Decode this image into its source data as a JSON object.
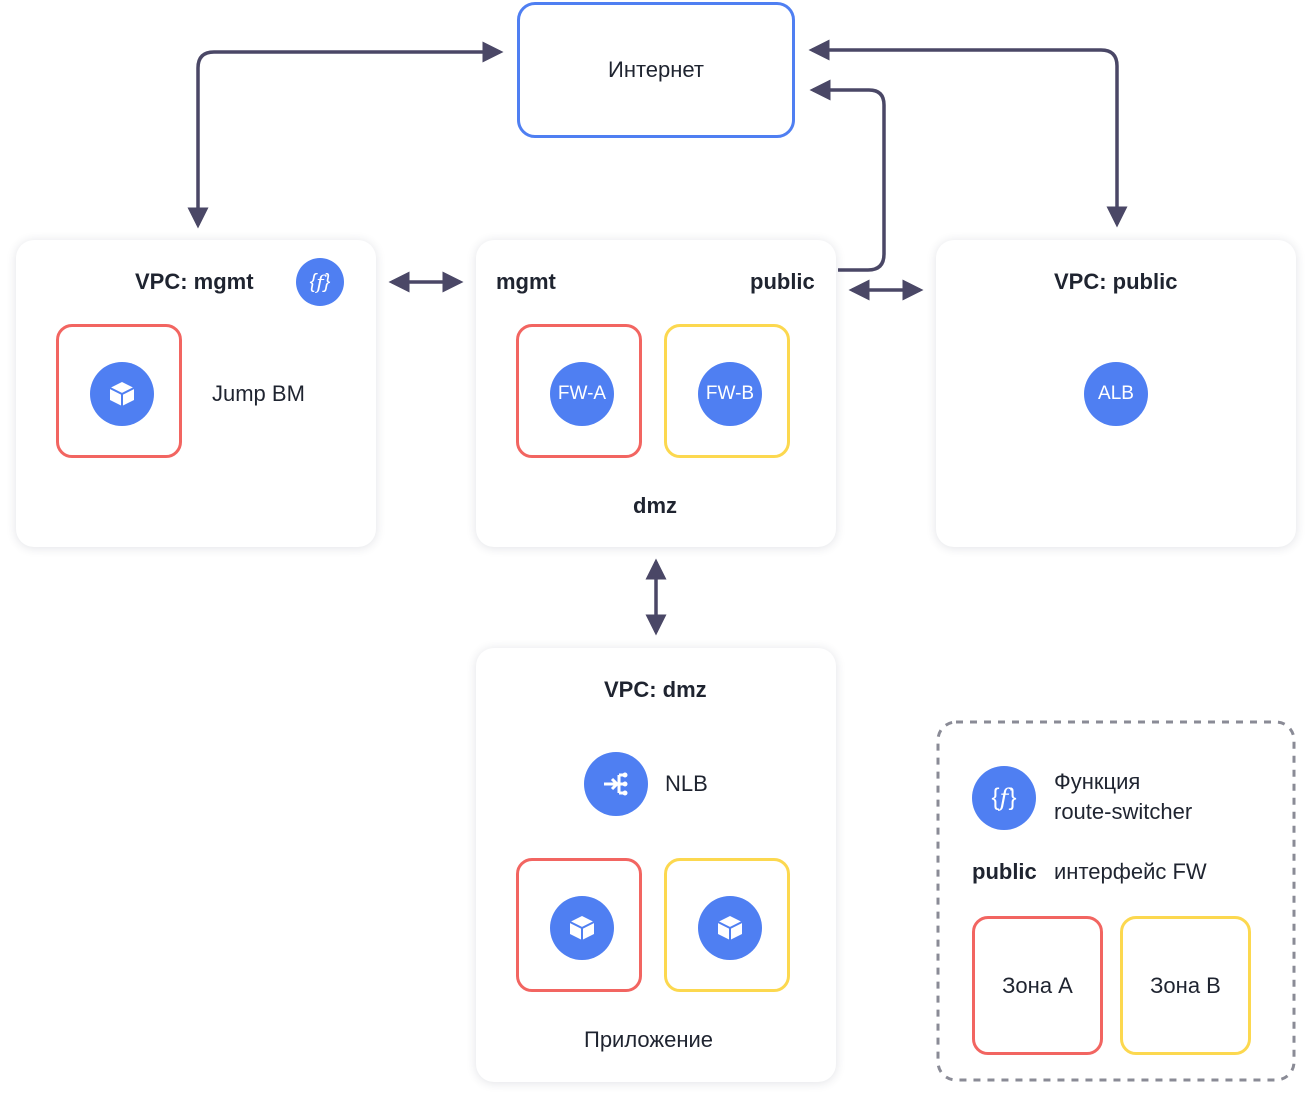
{
  "internet": {
    "label": "Интернет",
    "border_color": "#4f7ff2"
  },
  "vpc_mgmt": {
    "title": "VPC: mgmt",
    "function_icon": "function-braces-icon",
    "vm_label": "Jump ВМ",
    "vm_icon": "cube-icon"
  },
  "dmz_fw": {
    "left_label": "mgmt",
    "right_label": "public",
    "bottom_label": "dmz",
    "fw_a": "FW-A",
    "fw_b": "FW-B"
  },
  "vpc_public": {
    "title": "VPC: public",
    "alb": "ALB"
  },
  "vpc_dmz": {
    "title": "VPC: dmz",
    "nlb_label": "NLB",
    "nlb_icon": "load-balancer-icon",
    "app_label": "Приложение",
    "vm_icon": "cube-icon"
  },
  "legend": {
    "function_line1": "Функция",
    "function_line2": "route-switcher",
    "public_key": "public",
    "public_desc": "интерфейс FW",
    "zone_a": "Зона A",
    "zone_b": "Зона B"
  },
  "colors": {
    "accent": "#4f7ff2",
    "zone_a": "#f26561",
    "zone_b": "#fcd84f",
    "arrow": "#4a4766",
    "legend_border": "#8a8b96"
  }
}
